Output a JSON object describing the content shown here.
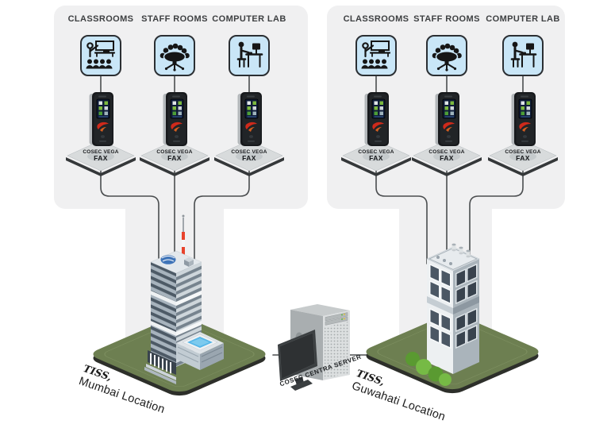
{
  "rooms": [
    "CLASSROOMS",
    "STAFF ROOMS",
    "COMPUTER LAB"
  ],
  "device": {
    "line1": "COSEC VEGA",
    "line2": "FAX"
  },
  "locations": [
    {
      "org": "TISS,",
      "name": "Mumbai Location"
    },
    {
      "org": "TISS,",
      "name": "Guwahati Location"
    }
  ],
  "server": {
    "label": "COSEC CENTRA SERVER"
  },
  "colors": {
    "panel_gray": "#F0F0F1",
    "room_box_blue": "#C9E6F7",
    "connection_line": "#4A4D4F",
    "plot_green": "#6D7F51",
    "device_logo_red": "#CF2A1B",
    "antenna_red": "#E8432C",
    "pool_blue": "#55B6E8",
    "building_gray": "#AAB4BB"
  }
}
